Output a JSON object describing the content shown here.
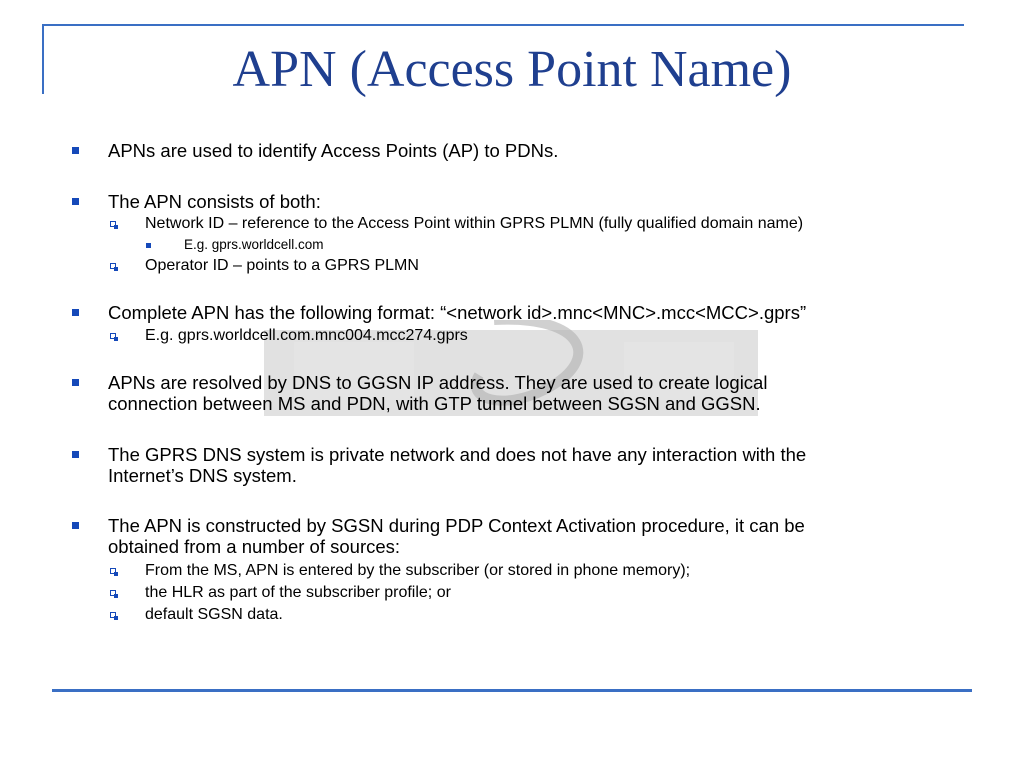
{
  "slide": {
    "title": "APN (Access Point Name)",
    "accent_color": "#1f3f8f",
    "bullet_color": "#1549b9",
    "rule_color": "#3a6fc4"
  },
  "bullets": {
    "b1": "APNs are used to identify Access Points (AP) to PDNs.",
    "b2": "The APN consists of both:",
    "b2_s1": "Network ID – reference to the Access Point within GPRS PLMN (fully qualified domain name)",
    "b2_s1_s1": "E.g. gprs.worldcell.com",
    "b2_s2": "Operator ID – points to a GPRS PLMN",
    "b3": "Complete APN has the following format: “<network id>.mnc<MNC>.mcc<MCC>.gprs”",
    "b3_s1": "E.g. gprs.worldcell.com.mnc004.mcc274.gprs",
    "b4_line1": "APNs are resolved by DNS to GGSN IP address. They are used to create logical",
    "b4_line2": "connection between MS and PDN, with GTP tunnel between SGSN and GGSN.",
    "b5_line1": "The GPRS DNS system is private network and does not have any interaction with the",
    "b5_line2": "Internet’s DNS system.",
    "b6_line1": "The APN is constructed by SGSN during PDP Context Activation procedure, it can be",
    "b6_line2": "obtained from a number of sources:",
    "b6_s1": "From the MS, APN is entered by the subscriber (or stored in phone memory);",
    "b6_s2": "the HLR as part of the subscriber profile; or",
    "b6_s3": "default SGSN data."
  }
}
